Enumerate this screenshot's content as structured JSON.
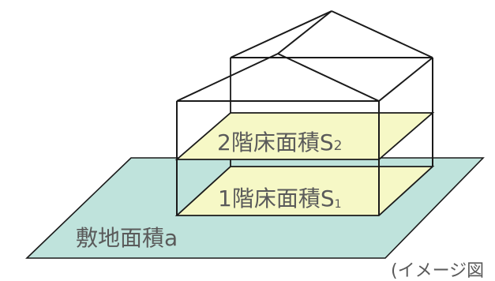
{
  "diagram": {
    "floor2": {
      "label_main": "2階床面積S",
      "label_sub": "2"
    },
    "floor1": {
      "label_main": "1階床面積S",
      "label_sub": "1"
    },
    "site": {
      "label": "敷地面積a"
    },
    "note": "(イメージ図",
    "colors": {
      "site_fill": "#bfe3dc",
      "floor_fill": "#f6f8c6",
      "line": "#1a1a1a",
      "text": "#5a5a5a"
    }
  }
}
